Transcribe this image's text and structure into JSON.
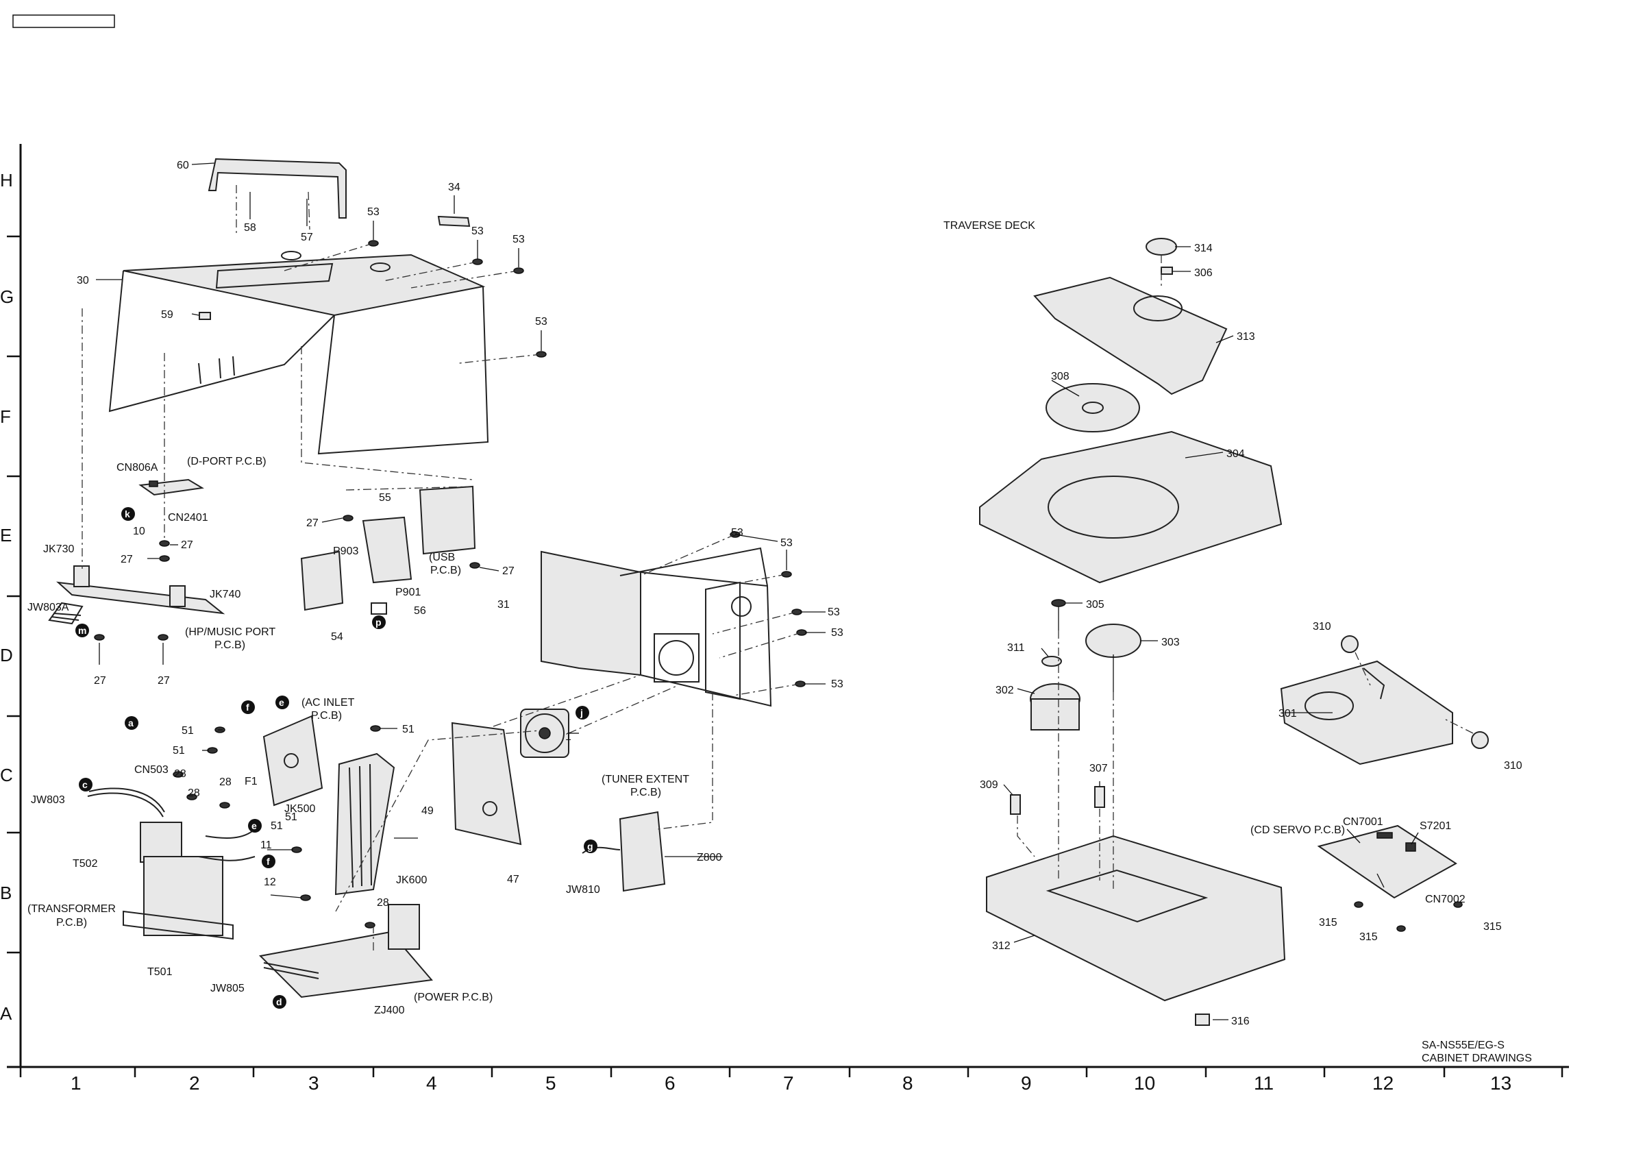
{
  "top_box": "",
  "rows": [
    "H",
    "G",
    "F",
    "E",
    "D",
    "C",
    "B",
    "A"
  ],
  "columns": [
    "1",
    "2",
    "3",
    "4",
    "5",
    "6",
    "7",
    "8",
    "9",
    "10",
    "11",
    "12",
    "13"
  ],
  "section_title": "TRAVERSE DECK",
  "model": "SA-NS55E/EG-S",
  "drawing_title": "CABINET DRAWINGS",
  "callouts": {
    "c60": "60",
    "c58": "58",
    "c57": "57",
    "c34": "34",
    "c53a": "53",
    "c53b": "53",
    "c53c": "53",
    "c53d": "53",
    "c30": "30",
    "c59": "59",
    "cn806a": "CN806A",
    "cn2401": "CN2401",
    "c10": "10",
    "c27a": "27",
    "c27b": "27",
    "c27c": "27",
    "c27d": "27",
    "c27e": "27",
    "c27f": "27",
    "jk730": "JK730",
    "jk740": "JK740",
    "jw803a": "JW803A",
    "c55": "55",
    "p903": "P903",
    "p901": "P901",
    "c54": "54",
    "c56": "56",
    "c31": "31",
    "c53e": "53",
    "c53f": "53",
    "c53g": "53",
    "c53h": "53",
    "c53i": "53",
    "c1": "1",
    "c47": "47",
    "c51a": "51",
    "c51b": "51",
    "c51c": "51",
    "c51d": "51",
    "c51e": "51",
    "cn503": "CN503",
    "jw803": "JW803",
    "c28a": "28",
    "c28b": "28",
    "c28c": "28",
    "c28d": "28",
    "f1": "F1",
    "jk500": "JK500",
    "c49": "49",
    "c11": "11",
    "c12": "12",
    "t502": "T502",
    "t501": "T501",
    "jk600": "JK600",
    "jw805": "JW805",
    "zj400": "ZJ400",
    "z800": "Z800",
    "jw810": "JW810",
    "c314": "314",
    "c306": "306",
    "c313": "313",
    "c308": "308",
    "c304": "304",
    "c305": "305",
    "c303": "303",
    "c311": "311",
    "c302": "302",
    "c307": "307",
    "c309": "309",
    "c312": "312",
    "c316": "316",
    "c310a": "310",
    "c310b": "310",
    "c301": "301",
    "cn7001": "CN7001",
    "s7201": "S7201",
    "cn7002": "CN7002",
    "c315a": "315",
    "c315b": "315",
    "c315c": "315"
  },
  "boards": {
    "dport": "(D-PORT P.C.B)",
    "hp_l1": "(HP/MUSIC PORT",
    "hp_l2": "P.C.B)",
    "usb_l1": "(USB",
    "usb_l2": "P.C.B)",
    "ac_l1": "(AC INLET",
    "ac_l2": "P.C.B)",
    "tr_l1": "(TRANSFORMER",
    "tr_l2": "P.C.B)",
    "power": "(POWER P.C.B)",
    "tuner_l1": "(TUNER EXTENT",
    "tuner_l2": "P.C.B)",
    "cdservo": "(CD SERVO P.C.B)"
  },
  "connectors": {
    "k": "k",
    "m": "m",
    "p": "p",
    "f1": "f",
    "e1": "e",
    "a": "a",
    "c": "c",
    "e2": "e",
    "f2": "f",
    "d": "d",
    "g": "g",
    "j": "j"
  }
}
